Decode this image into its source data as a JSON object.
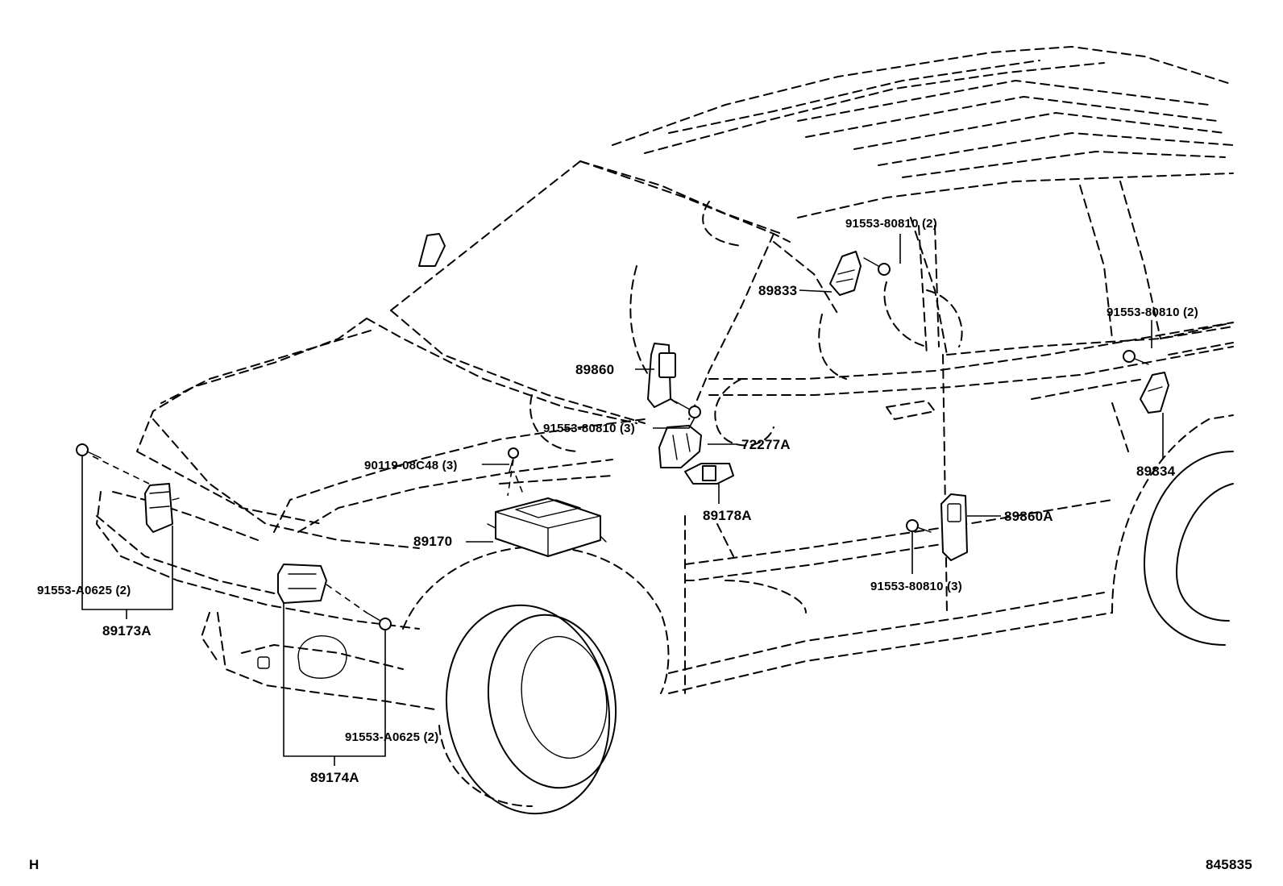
{
  "labels": {
    "p89833": "89833",
    "p91553_80810_2_top": "91553-80810 (2)",
    "p89860": "89860",
    "p91553_80810_3_mid": "91553-80810 (3)",
    "p72277A": "72277A",
    "p90119_08C48_3": "90119-08C48 (3)",
    "p89178A": "89178A",
    "p89170": "89170",
    "p91553_80810_2_right": "91553-80810 (2)",
    "p89834": "89834",
    "p89860A": "89860A",
    "p91553_80810_3_low": "91553-80810 (3)",
    "p91553_A0625_2_left": "91553-A0625 (2)",
    "p89173A": "89173A",
    "p91553_A0625_2_low": "91553-A0625 (2)",
    "p89174A": "89174A"
  },
  "footer": {
    "section_code": "H",
    "diagram_number": "845835"
  }
}
